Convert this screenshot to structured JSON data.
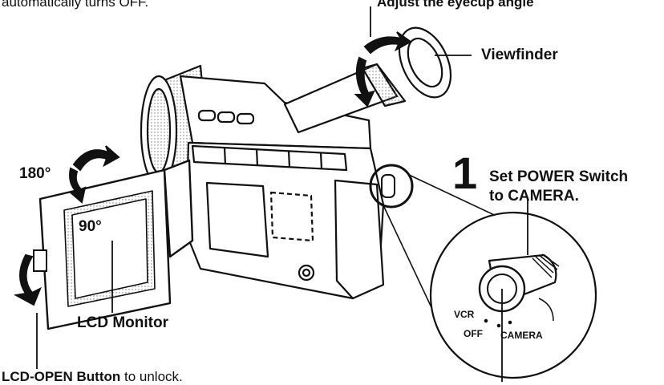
{
  "top_text_left": "automatically turns OFF.",
  "top_text_right": "Adjust the eyecup angle",
  "labels": {
    "viewfinder": "Viewfinder",
    "angle_180": "180°",
    "angle_90": "90°",
    "lcd_monitor": "LCD Monitor",
    "lcd_open_button": "LCD-OPEN Button",
    "lcd_open_suffix": " to unlock."
  },
  "step": {
    "number": "1",
    "line1": "Set POWER Switch",
    "line2": "to CAMERA."
  },
  "switch_positions": {
    "vcr": "VCR",
    "off": "OFF",
    "camera": "CAMERA"
  }
}
